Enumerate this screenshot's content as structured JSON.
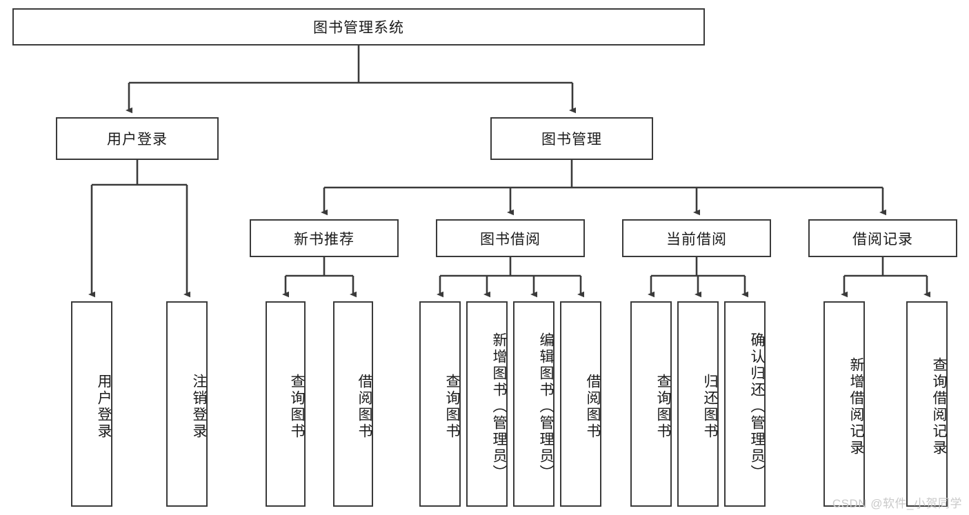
{
  "diagram": {
    "title": "图书管理系统",
    "type": "tree-hierarchy",
    "root": {
      "label": "图书管理系统"
    },
    "level2": [
      {
        "label": "用户登录"
      },
      {
        "label": "图书管理"
      }
    ],
    "level3": [
      {
        "label": "新书推荐"
      },
      {
        "label": "图书借阅"
      },
      {
        "label": "当前借阅"
      },
      {
        "label": "借阅记录"
      }
    ],
    "leaves": {
      "user_login": [
        {
          "label": "用户登录"
        },
        {
          "label": "注销登录"
        }
      ],
      "new_book_recommend": [
        {
          "label": "查询图书"
        },
        {
          "label": "借阅图书"
        }
      ],
      "book_borrow": [
        {
          "label": "查询图书"
        },
        {
          "label": "新增图书（管理员）"
        },
        {
          "label": "编辑图书（管理员）"
        },
        {
          "label": "借阅图书"
        }
      ],
      "current_borrow": [
        {
          "label": "查询图书"
        },
        {
          "label": "归还图书"
        },
        {
          "label": "确认归还（管理员）"
        }
      ],
      "borrow_record": [
        {
          "label": "新增借阅记录"
        },
        {
          "label": "查询借阅记录"
        }
      ]
    }
  },
  "watermark": {
    "text": "CSDN @软件_小贺同学"
  },
  "colors": {
    "stroke": "#3a3a3a",
    "text": "#1a1a1a",
    "background": "#ffffff",
    "watermark": "#c9c9c9"
  }
}
